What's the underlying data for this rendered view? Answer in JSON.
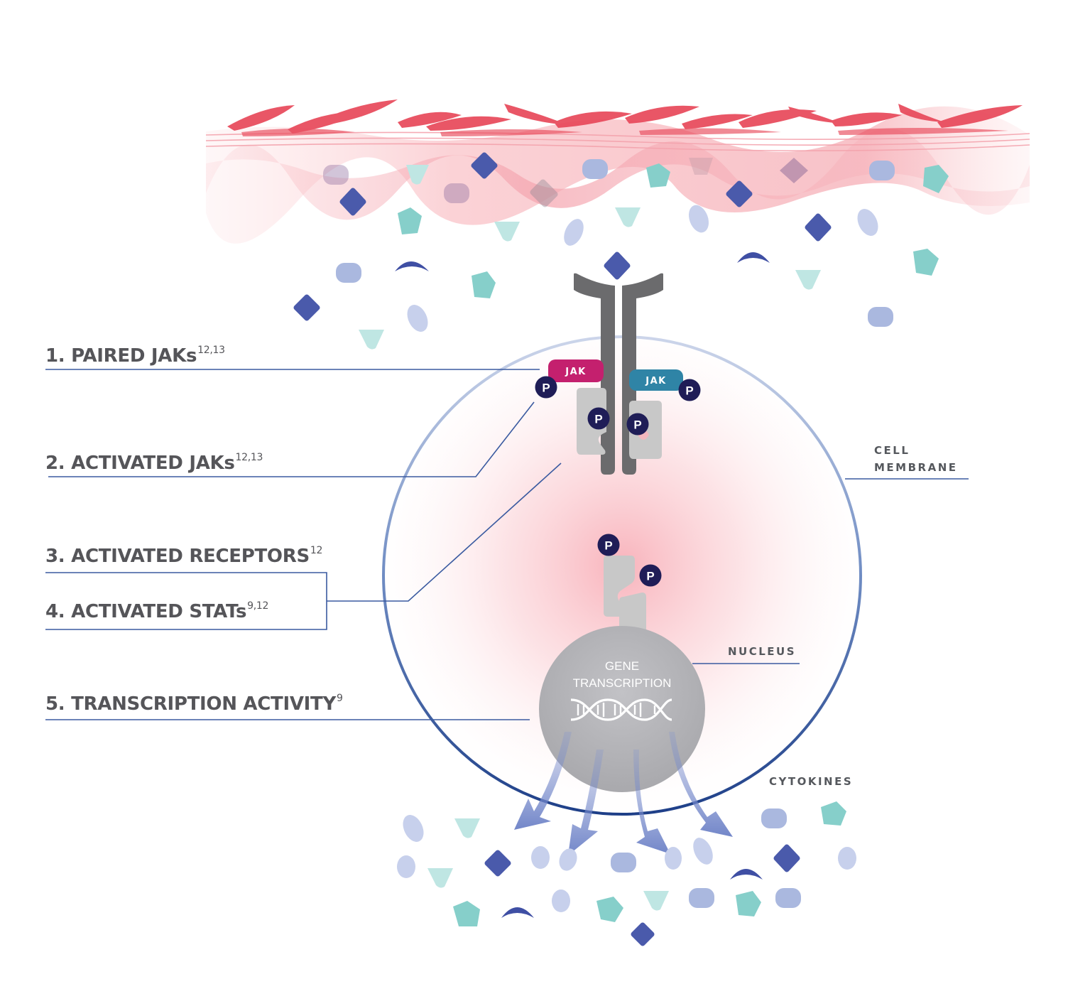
{
  "steps": [
    {
      "label": "1. PAIRED JAKs",
      "ref": "12,13"
    },
    {
      "label": "2. ACTIVATED JAKs",
      "ref": "12,13"
    },
    {
      "label": "3. ACTIVATED RECEPTORS",
      "ref": "12"
    },
    {
      "label": "4. ACTIVATED STATs",
      "ref": "9,12"
    },
    {
      "label": "5. TRANSCRIPTION ACTIVITY",
      "ref": "9"
    }
  ],
  "labels": {
    "cell_membrane_1": "CELL",
    "cell_membrane_2": "MEMBRANE",
    "nucleus": "NUCLEUS",
    "cytokines": "CYTOKINES"
  },
  "nucleus_text": {
    "line1": "GENE",
    "line2": "TRANSCRIPTION"
  },
  "jak_left": "JAK",
  "jak_right": "JAK",
  "phosphate": "P",
  "colors": {
    "jak_left": "#c4206e",
    "jak_right": "#2f84a6",
    "phosphate": "#1f1d57",
    "leader_line": "#3a5aa0",
    "receptor": "#676767",
    "stat": "#c8c8c8",
    "cytokine_diamond": "#4a5aab",
    "cytokine_pentagon": "#86cfca",
    "cytokine_oval": "#aab8df",
    "skin": "#e8485a"
  }
}
